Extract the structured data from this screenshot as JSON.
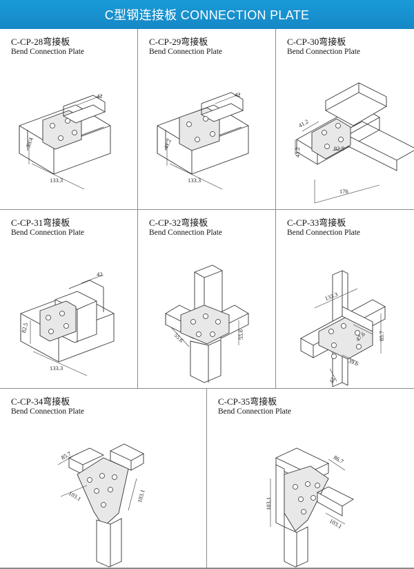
{
  "header": {
    "title": "C型钢连接板   CONNECTION PLATE"
  },
  "items": [
    {
      "code": "C-CP-28弯接板",
      "subtitle": "Bend Connection Plate",
      "dims": [
        "42",
        "35.4",
        "133.3"
      ]
    },
    {
      "code": "C-CP-29弯接板",
      "subtitle": "Bend Connection Plate",
      "dims": [
        "42",
        "41.2",
        "133.3"
      ]
    },
    {
      "code": "C-CP-30弯接板",
      "subtitle": "Bend Connection Plate",
      "dims": [
        "41.2",
        "41.2",
        "82.5",
        "176"
      ]
    },
    {
      "code": "C-CP-31弯接板",
      "subtitle": "Bend Connection Plate",
      "dims": [
        "42",
        "82.5",
        "133.3"
      ]
    },
    {
      "code": "C-CP-32弯接板",
      "subtitle": "Bend Connection Plate",
      "dims": [
        "55.6",
        "55.6"
      ]
    },
    {
      "code": "C-CP-33弯接板",
      "subtitle": "Bend Connection Plate",
      "dims": [
        "133.3",
        "85.7",
        "47.6",
        "39.6",
        "42"
      ]
    },
    {
      "code": "C-CP-34弯接板",
      "subtitle": "Bend Connection Plate",
      "dims": [
        "85.7",
        "103.1",
        "103.1"
      ]
    },
    {
      "code": "C-CP-35弯接板",
      "subtitle": "Bend Connection Plate",
      "dims": [
        "86.7",
        "103.1",
        "103.1"
      ]
    }
  ]
}
